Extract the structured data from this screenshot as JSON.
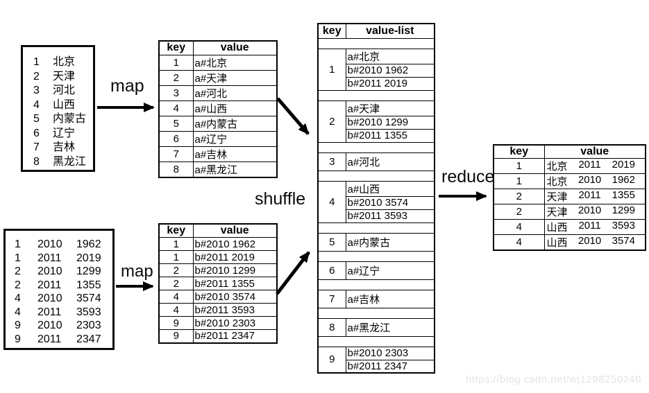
{
  "labels": {
    "map_top": "map",
    "map_bottom": "map",
    "shuffle": "shuffle",
    "reduce": "reduce"
  },
  "watermark": "https://blog.csdn.net/wj1298250240",
  "colors": {
    "line": "#000000",
    "text": "#000000",
    "watermark": "#e4e4e4",
    "background": "#ffffff"
  },
  "source_a": {
    "rows": [
      {
        "num": "1",
        "name": "北京"
      },
      {
        "num": "2",
        "name": "天津"
      },
      {
        "num": "3",
        "name": "河北"
      },
      {
        "num": "4",
        "name": "山西"
      },
      {
        "num": "5",
        "name": "内蒙古"
      },
      {
        "num": "6",
        "name": "辽宁"
      },
      {
        "num": "7",
        "name": "吉林"
      },
      {
        "num": "8",
        "name": "黑龙江"
      }
    ]
  },
  "map_a": {
    "headers": [
      "key",
      "value"
    ],
    "rows": [
      {
        "key": "1",
        "value": "a#北京"
      },
      {
        "key": "2",
        "value": "a#天津"
      },
      {
        "key": "3",
        "value": "a#河北"
      },
      {
        "key": "4",
        "value": "a#山西"
      },
      {
        "key": "5",
        "value": "a#内蒙古"
      },
      {
        "key": "6",
        "value": "a#辽宁"
      },
      {
        "key": "7",
        "value": "a#吉林"
      },
      {
        "key": "8",
        "value": "a#黑龙江"
      }
    ]
  },
  "source_b": {
    "rows": [
      {
        "num": "1",
        "year": "2010",
        "value": "1962"
      },
      {
        "num": "1",
        "year": "2011",
        "value": "2019"
      },
      {
        "num": "2",
        "year": "2010",
        "value": "1299"
      },
      {
        "num": "2",
        "year": "2011",
        "value": "1355"
      },
      {
        "num": "4",
        "year": "2010",
        "value": "3574"
      },
      {
        "num": "4",
        "year": "2011",
        "value": "3593"
      },
      {
        "num": "9",
        "year": "2010",
        "value": "2303"
      },
      {
        "num": "9",
        "year": "2011",
        "value": "2347"
      }
    ]
  },
  "map_b": {
    "headers": [
      "key",
      "value"
    ],
    "rows": [
      {
        "key": "1",
        "value": "b#2010 1962"
      },
      {
        "key": "1",
        "value": "b#2011 2019"
      },
      {
        "key": "2",
        "value": "b#2010 1299"
      },
      {
        "key": "2",
        "value": "b#2011 1355"
      },
      {
        "key": "4",
        "value": "b#2010 3574"
      },
      {
        "key": "4",
        "value": "b#2011 3593"
      },
      {
        "key": "9",
        "value": "b#2010 2303"
      },
      {
        "key": "9",
        "value": "b#2011 2347"
      }
    ]
  },
  "shuffle_table": {
    "headers": [
      "key",
      "value-list"
    ],
    "groups": [
      {
        "key": "1",
        "values": [
          "a#北京",
          "b#2010 1962",
          "b#2011 2019"
        ]
      },
      {
        "key": "2",
        "values": [
          "a#天津",
          "b#2010 1299",
          "b#2011 1355"
        ]
      },
      {
        "key": "3",
        "values": [
          "a#河北"
        ]
      },
      {
        "key": "4",
        "values": [
          "a#山西",
          "b#2010 3574",
          "b#2011 3593"
        ]
      },
      {
        "key": "5",
        "values": [
          "a#内蒙古"
        ]
      },
      {
        "key": "6",
        "values": [
          "a#辽宁"
        ]
      },
      {
        "key": "7",
        "values": [
          "a#吉林"
        ]
      },
      {
        "key": "8",
        "values": [
          "a#黑龙江"
        ]
      },
      {
        "key": "9",
        "values": [
          "b#2010 2303",
          "b#2011 2347"
        ]
      }
    ]
  },
  "reduce_table": {
    "headers": [
      "key",
      "value"
    ],
    "rows": [
      {
        "key": "1",
        "name": "北京",
        "year": "2011",
        "value": "2019"
      },
      {
        "key": "1",
        "name": "北京",
        "year": "2010",
        "value": "1962"
      },
      {
        "key": "2",
        "name": "天津",
        "year": "2011",
        "value": "1355"
      },
      {
        "key": "2",
        "name": "天津",
        "year": "2010",
        "value": "1299"
      },
      {
        "key": "4",
        "name": "山西",
        "year": "2011",
        "value": "3593"
      },
      {
        "key": "4",
        "name": "山西",
        "year": "2010",
        "value": "3574"
      }
    ]
  }
}
